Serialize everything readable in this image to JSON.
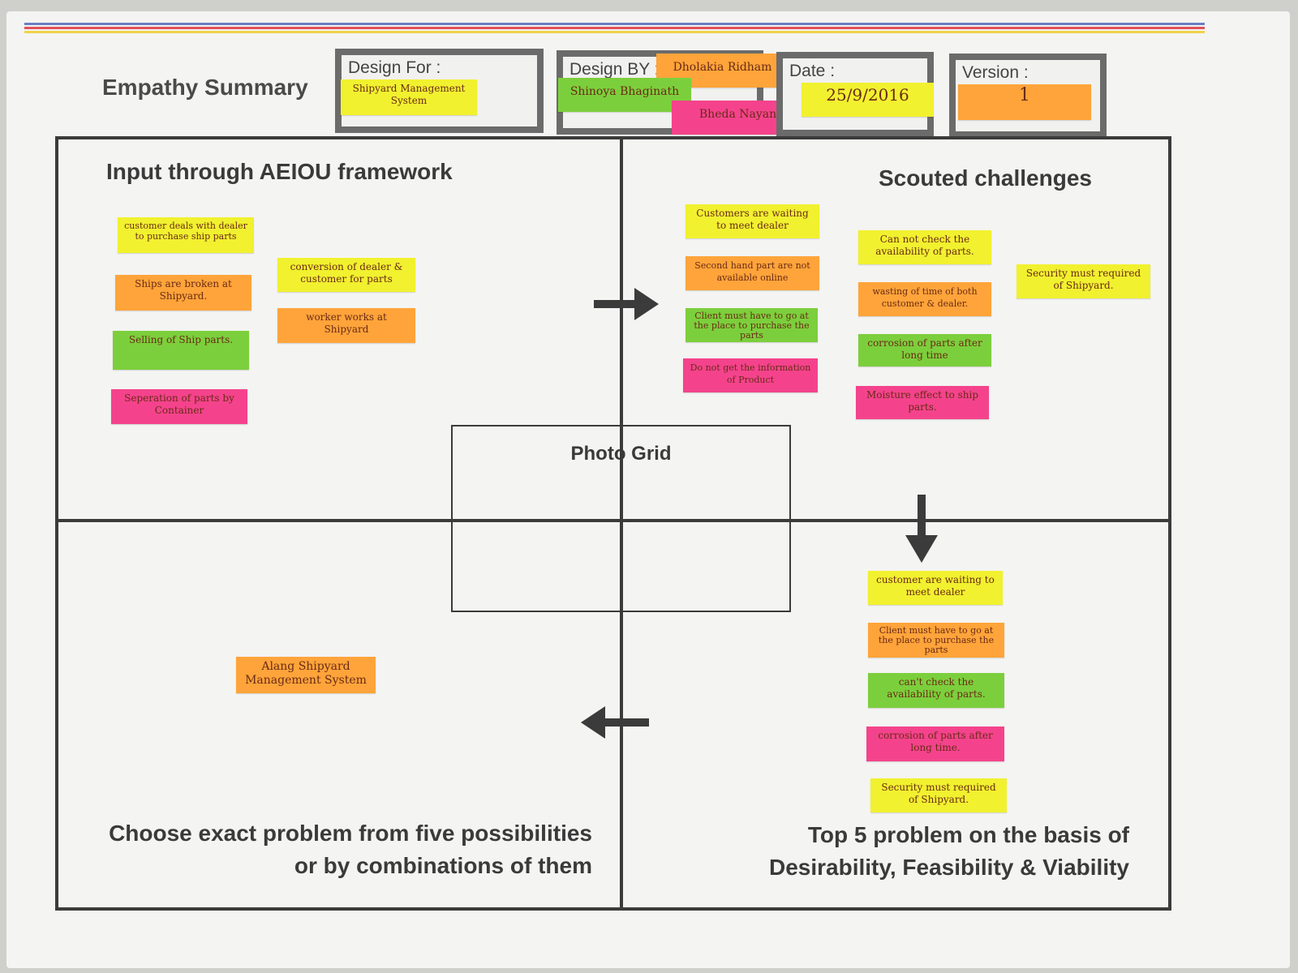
{
  "header": {
    "title": "Empathy Summary",
    "design_for_label": "Design For :",
    "design_for_value": "Shipyard Management System",
    "design_by_label": "Design BY :",
    "design_by_names": [
      "Dholakia Ridham",
      "Shinoya Bhaginath",
      "Bheda Nayan"
    ],
    "date_label": "Date :",
    "date_value": "25/9/2016",
    "version_label": "Version :",
    "version_value": "1"
  },
  "quadrants": {
    "top_left_title": "Input through AEIOU framework",
    "top_right_title": "Scouted challenges",
    "bottom_left_title_line1": "Choose exact problem from  five possibilities",
    "bottom_left_title_line2": "or by combinations of them",
    "bottom_right_title_line1": "Top 5 problem on the basis of",
    "bottom_right_title_line2": "Desirability, Feasibility & Viability",
    "center_title": "Photo Grid"
  },
  "aeiou_notes": [
    "customer deals with dealer to purchase ship parts",
    "Ships are broken at Shipyard.",
    "Selling of Ship parts.",
    "Seperation of parts by Container",
    "conversion of dealer & customer for parts",
    "worker works at Shipyard"
  ],
  "challenge_notes": [
    "Customers are waiting to meet dealer",
    "Second hand part are not available online",
    "Client must have to go at the place to purchase the parts",
    "Do not get the information of Product",
    "Can not check the availability of parts.",
    "wasting of time of both customer & dealer.",
    "corrosion of parts after long time",
    "Moisture effect to ship parts.",
    "Security must required of Shipyard."
  ],
  "top5_notes": [
    "customer are waiting to meet dealer",
    "Client must have to go at the place to purchase the parts",
    "can't check the availability of parts.",
    "corrosion of parts after long time.",
    "Security must required of Shipyard."
  ],
  "final_note": "Alang Shipyard Management System",
  "colors": {
    "yellow": "#f1f12f",
    "orange": "#ffa43a",
    "green": "#7ccf3c",
    "pink": "#f4438c",
    "frame": "#3b3b3b"
  }
}
